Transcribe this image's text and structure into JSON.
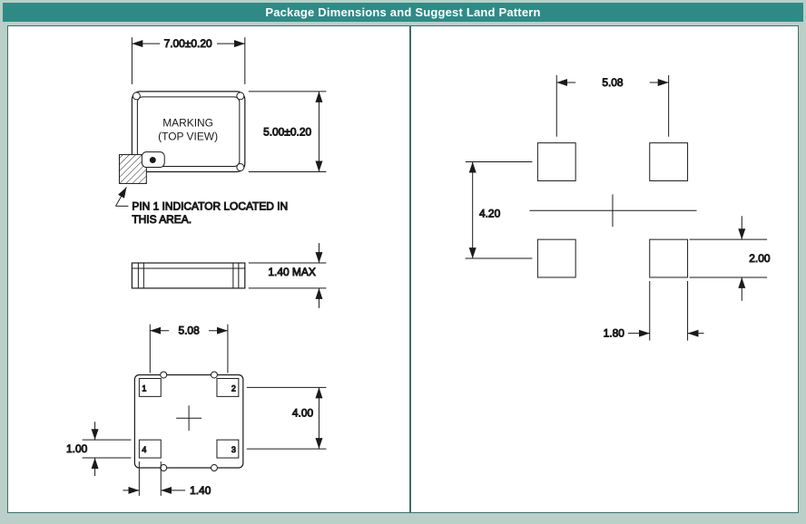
{
  "header": {
    "title": "Package Dimensions and Suggest Land Pattern"
  },
  "package_view": {
    "marking_line1": "MARKING",
    "marking_line2": "(TOP VIEW)",
    "dim_width": "7.00±0.20",
    "dim_height": "5.00±0.20",
    "dim_thickness": "1.40 MAX",
    "pin1_note_line1": "PIN 1 INDICATOR LOCATED IN",
    "pin1_note_line2": "THIS AREA."
  },
  "bottom_view": {
    "dim_pad_pitch_x": "5.08",
    "dim_pad_pitch_y": "4.00",
    "dim_pad_height": "1.00",
    "dim_pad_width": "1.40",
    "pads": [
      "1",
      "2",
      "3",
      "4"
    ]
  },
  "land_pattern": {
    "dim_pitch_x": "5.08",
    "dim_pitch_y": "4.20",
    "dim_pad_height": "2.00",
    "dim_pad_width": "1.80"
  },
  "colors": {
    "header_bg": "#2f8a86",
    "frame_bg": "#b9cfc8",
    "line": "#1a1a1a"
  }
}
